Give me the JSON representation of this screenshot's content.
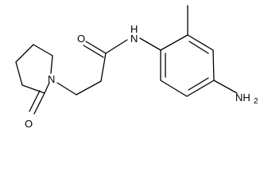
{
  "molecule": {
    "atom_labels": {
      "amide_oxygen": "O",
      "amide_nh": "N",
      "amide_h": "H",
      "ring_nitrogen": "N",
      "lactam_oxygen": "O",
      "amine_n": "NH",
      "amine_sub": "2"
    }
  }
}
